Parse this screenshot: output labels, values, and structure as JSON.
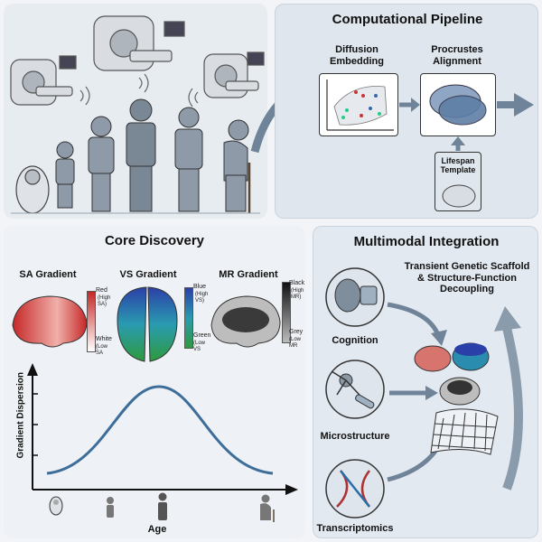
{
  "pipeline": {
    "title": "Computational Pipeline",
    "diffusion_label": "Diffusion\nEmbedding",
    "procrustes_label": "Procrustes\nAlignment",
    "template_label": "Lifespan\nTemplate"
  },
  "discovery": {
    "title": "Core Discovery",
    "sa": {
      "title": "SA Gradient",
      "top": "Red",
      "top_sub": "(High\nSA)",
      "bottom": "White",
      "bottom_sub": "(Low\nSA"
    },
    "vs": {
      "title": "VS Gradient",
      "top": "Blue",
      "top_sub": "(High\nVS)",
      "bottom": "Green",
      "bottom_sub": "(Low\nVS"
    },
    "mr": {
      "title": "MR Gradient",
      "top": "Black",
      "top_sub": "(High\nMR)",
      "bottom": "Grey",
      "bottom_sub": "(Low\nMR"
    },
    "y_axis": "Gradient Dispersion",
    "x_axis": "Age"
  },
  "integration": {
    "title": "Multimodal Integration",
    "result": "Transient Genetic Scaffold\n& Structure-Function\nDecoupling",
    "cognition": "Cognition",
    "microstructure": "Microstructure",
    "transcriptomics": "Transcriptomics"
  },
  "colors": {
    "sa_high": "#c62828",
    "sa_low": "#ffffff",
    "vs_high": "#2b3fa8",
    "vs_mid": "#2a9bb0",
    "vs_low": "#2e9a3e",
    "mr_high": "#111111",
    "mr_low": "#bdbdbd",
    "curve": "#3d6e99",
    "arrow": "#6f8499"
  }
}
